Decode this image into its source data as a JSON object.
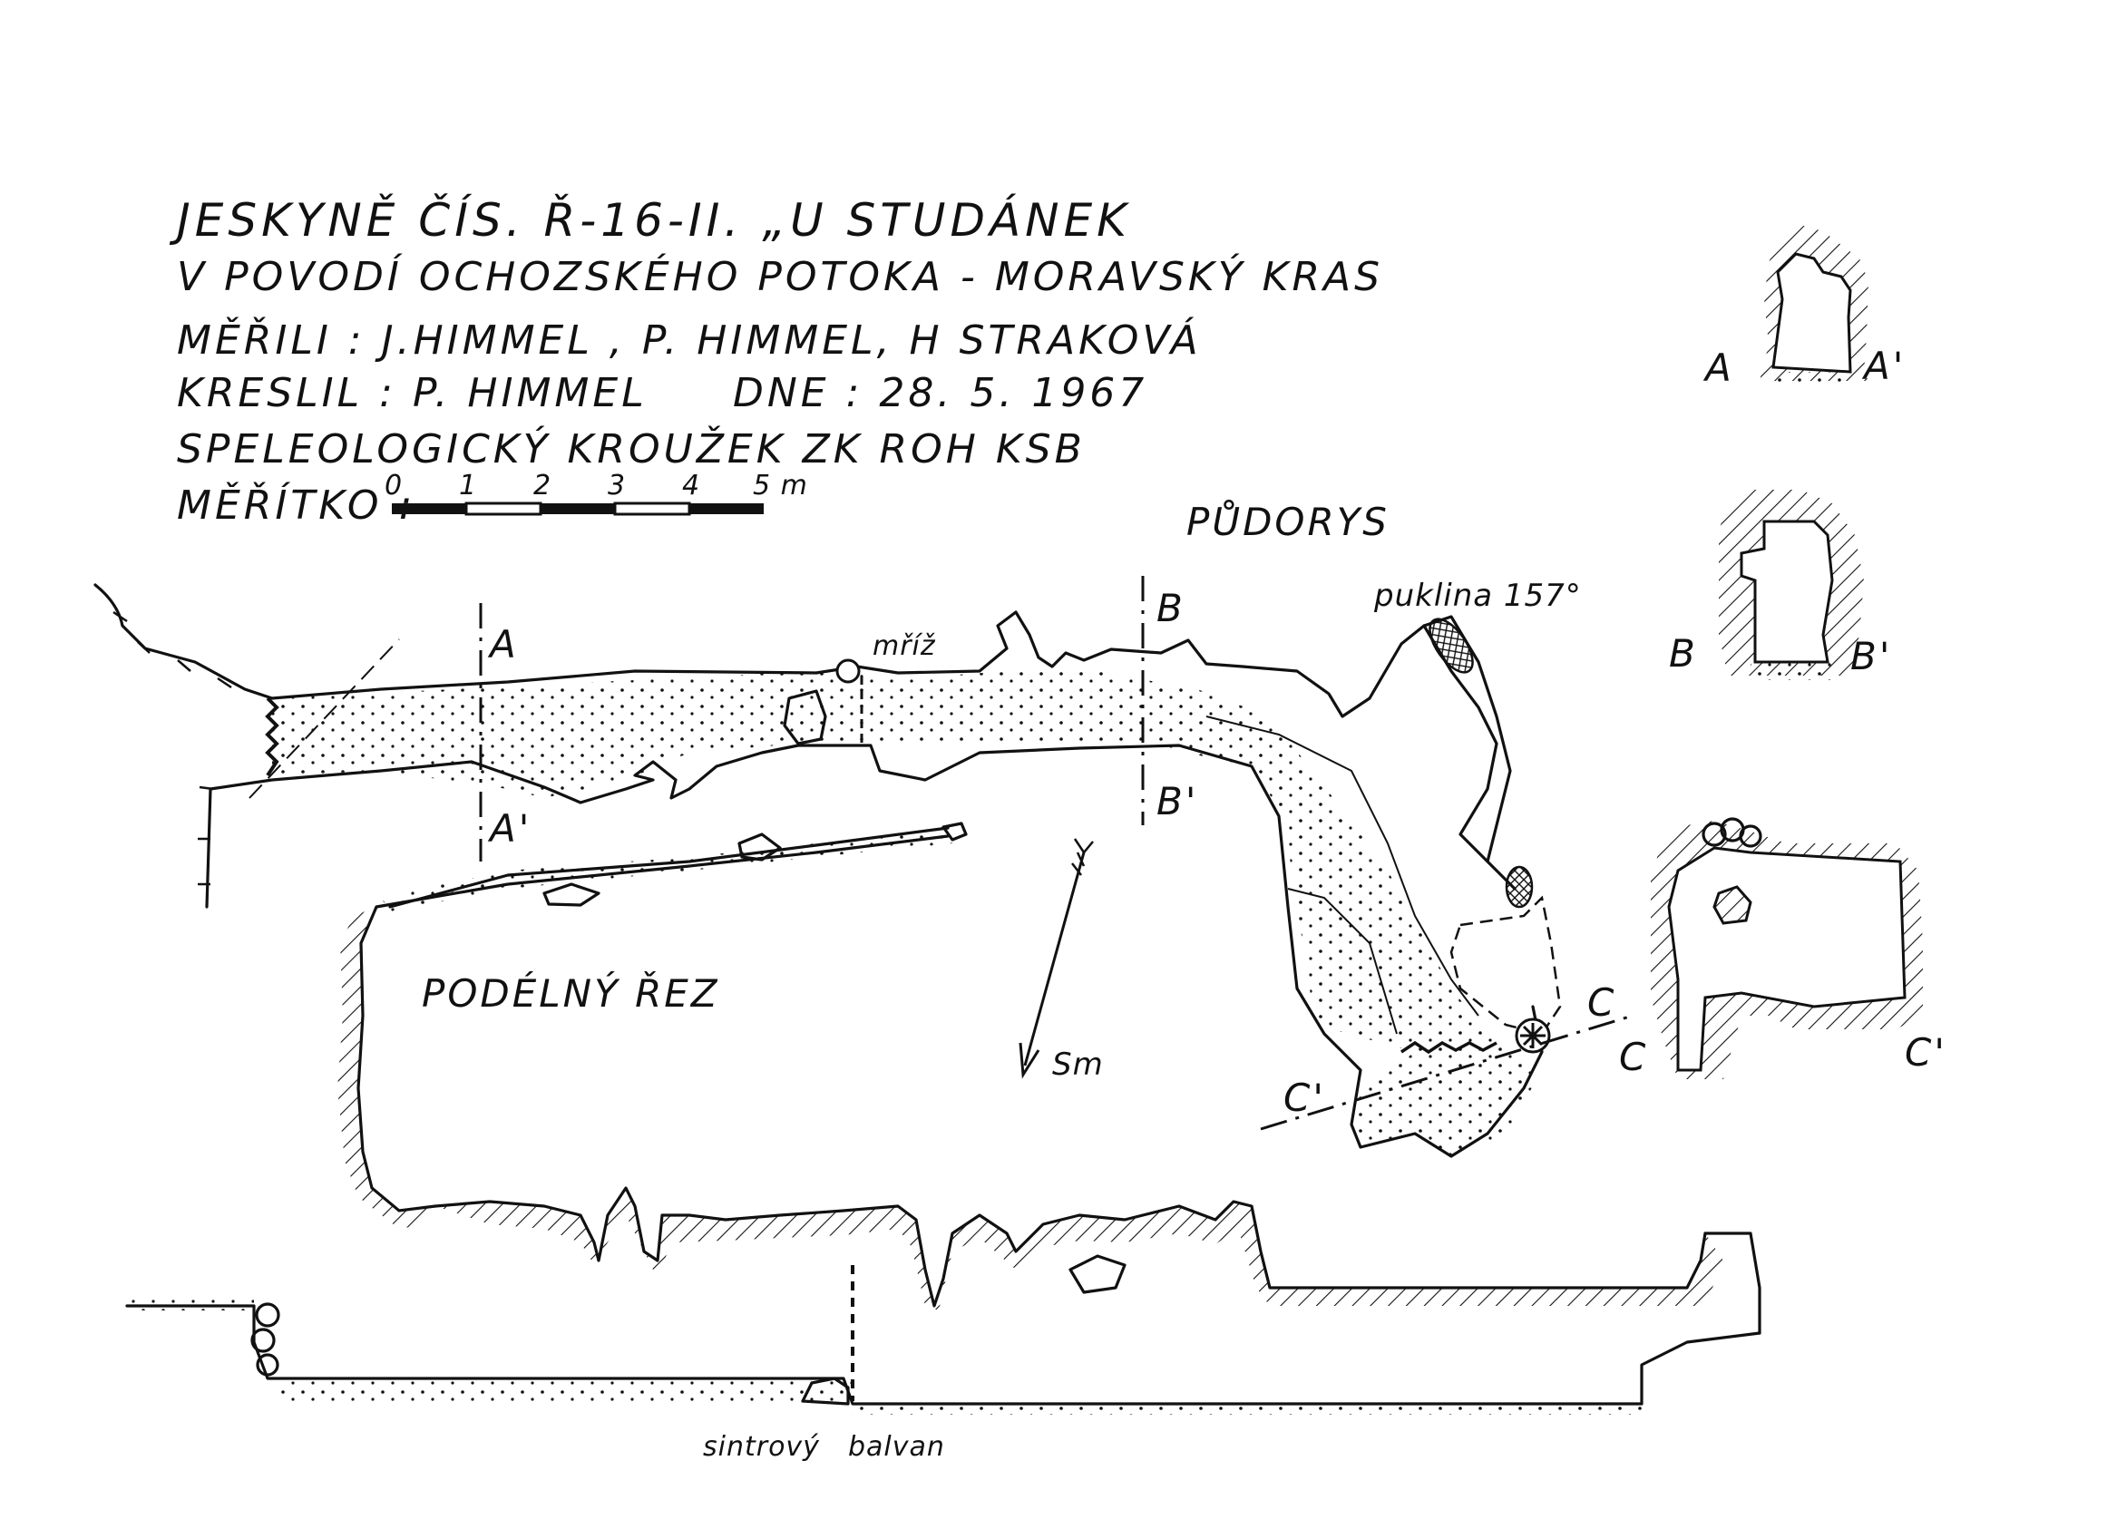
{
  "header": {
    "title": "JESKYNĚ ČÍS. Ř-16-II. „U STUDÁNEK",
    "subtitle": "V POVODÍ OCHOZSKÉHO POTOKA - MORAVSKÝ KRAS",
    "measured_by": "MĚŘILI : J.HIMMEL , P. HIMMEL, H STRAKOVÁ",
    "drawn_by": "KRESLIL : P. HIMMEL",
    "date": "DNE : 28. 5. 1967",
    "organization": "SPELEOLOGICKÝ KROUŽEK ZK ROH KSB",
    "scale_label": "MĚŘÍTKO :",
    "scale_ticks": [
      "0",
      "1",
      "2",
      "3",
      "4",
      "5 m"
    ]
  },
  "labels": {
    "plan": "PŮDORYS",
    "section": "PODÉLNÝ ŘEZ",
    "fissure": "puklina 157°",
    "grate": "mříž",
    "north": "Sm",
    "boulder_1": "sintrový",
    "boulder_2": "balvan"
  },
  "cuts": {
    "a": "A",
    "a_prime": "A'",
    "b": "B",
    "b_prime": "B'",
    "c": "C",
    "c_prime": "C'"
  },
  "cross_sections": [
    {
      "left": "A",
      "right": "A'"
    },
    {
      "left": "B",
      "right": "B'"
    },
    {
      "left": "C",
      "right": "C'"
    }
  ],
  "colors": {
    "ink": "#111111",
    "paper": "#ffffff"
  }
}
